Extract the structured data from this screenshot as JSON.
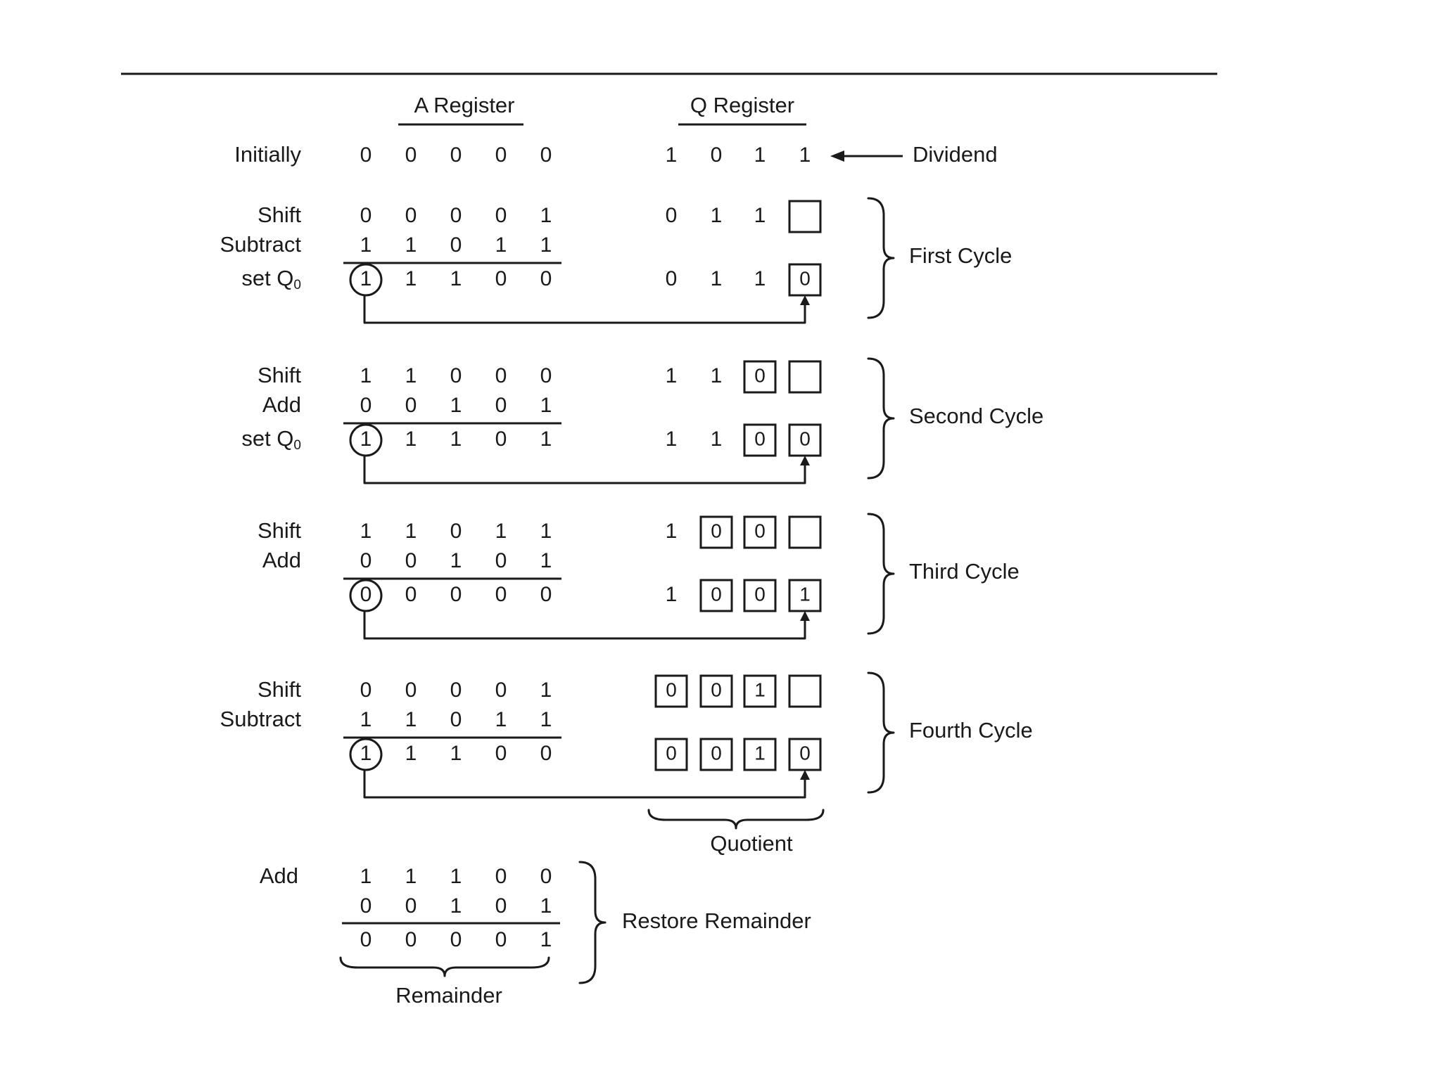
{
  "headers": {
    "a_register": "A Register",
    "q_register": "Q Register"
  },
  "initial": {
    "label": "Initially",
    "a": [
      "0",
      "0",
      "0",
      "0",
      "0"
    ],
    "q": [
      "1",
      "0",
      "1",
      "1"
    ],
    "dividend_label": "Dividend"
  },
  "cycles": [
    {
      "name": "First Cycle",
      "rows": [
        {
          "label": "Shift",
          "a": [
            "0",
            "0",
            "0",
            "0",
            "1"
          ],
          "q": [
            "0",
            "1",
            "1",
            ""
          ],
          "q_boxed": [
            false,
            false,
            false,
            true
          ]
        },
        {
          "label": "Subtract",
          "a": [
            "1",
            "1",
            "0",
            "1",
            "1"
          ]
        },
        {
          "label": "set Q",
          "label_sub": "0",
          "a": [
            "1",
            "1",
            "1",
            "0",
            "0"
          ],
          "a_circled_first": true,
          "q": [
            "0",
            "1",
            "1",
            "0"
          ],
          "q_boxed": [
            false,
            false,
            false,
            true
          ]
        }
      ]
    },
    {
      "name": "Second Cycle",
      "rows": [
        {
          "label": "Shift",
          "a": [
            "1",
            "1",
            "0",
            "0",
            "0"
          ],
          "q": [
            "1",
            "1",
            "0",
            ""
          ],
          "q_boxed": [
            false,
            false,
            true,
            true
          ]
        },
        {
          "label": "Add",
          "a": [
            "0",
            "0",
            "1",
            "0",
            "1"
          ]
        },
        {
          "label": "set Q",
          "label_sub": "0",
          "a": [
            "1",
            "1",
            "1",
            "0",
            "1"
          ],
          "a_circled_first": true,
          "q": [
            "1",
            "1",
            "0",
            "0"
          ],
          "q_boxed": [
            false,
            false,
            true,
            true
          ]
        }
      ]
    },
    {
      "name": "Third Cycle",
      "rows": [
        {
          "label": "Shift",
          "a": [
            "1",
            "1",
            "0",
            "1",
            "1"
          ],
          "q": [
            "1",
            "0",
            "0",
            ""
          ],
          "q_boxed": [
            false,
            true,
            true,
            true
          ]
        },
        {
          "label": "Add",
          "a": [
            "0",
            "0",
            "1",
            "0",
            "1"
          ]
        },
        {
          "label": "",
          "a": [
            "0",
            "0",
            "0",
            "0",
            "0"
          ],
          "a_circled_first": true,
          "q": [
            "1",
            "0",
            "0",
            "1"
          ],
          "q_boxed": [
            false,
            true,
            true,
            true
          ]
        }
      ]
    },
    {
      "name": "Fourth Cycle",
      "rows": [
        {
          "label": "Shift",
          "a": [
            "0",
            "0",
            "0",
            "0",
            "1"
          ],
          "q": [
            "0",
            "0",
            "1",
            ""
          ],
          "q_boxed": [
            true,
            true,
            true,
            true
          ]
        },
        {
          "label": "Subtract",
          "a": [
            "1",
            "1",
            "0",
            "1",
            "1"
          ]
        },
        {
          "label": "",
          "a": [
            "1",
            "1",
            "1",
            "0",
            "0"
          ],
          "a_circled_first": true,
          "q": [
            "0",
            "0",
            "1",
            "0"
          ],
          "q_boxed": [
            true,
            true,
            true,
            true
          ]
        }
      ]
    }
  ],
  "quotient_label": "Quotient",
  "restore": {
    "label": "Add",
    "rows": [
      [
        "1",
        "1",
        "1",
        "0",
        "0"
      ],
      [
        "0",
        "0",
        "1",
        "0",
        "1"
      ],
      [
        "0",
        "0",
        "0",
        "0",
        "1"
      ]
    ],
    "brace_label": "Restore Remainder",
    "remainder_label": "Remainder"
  }
}
